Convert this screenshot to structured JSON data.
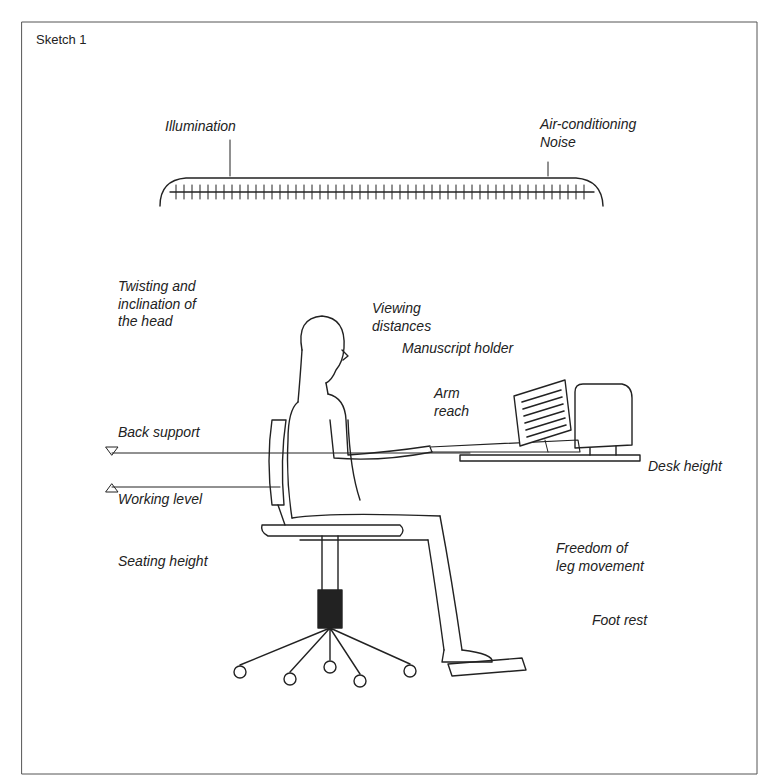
{
  "diagram": {
    "title": "Sketch 1",
    "labels": [
      "Illumination",
      "Air-conditioning",
      "Noise",
      "Twisting and inclination of the head",
      "Viewing distances",
      "Manuscript holder",
      "Arm reach",
      "Back support",
      "Working level",
      "Desk height",
      "Seating height",
      "Freedom of leg movement",
      "Foot rest"
    ]
  }
}
